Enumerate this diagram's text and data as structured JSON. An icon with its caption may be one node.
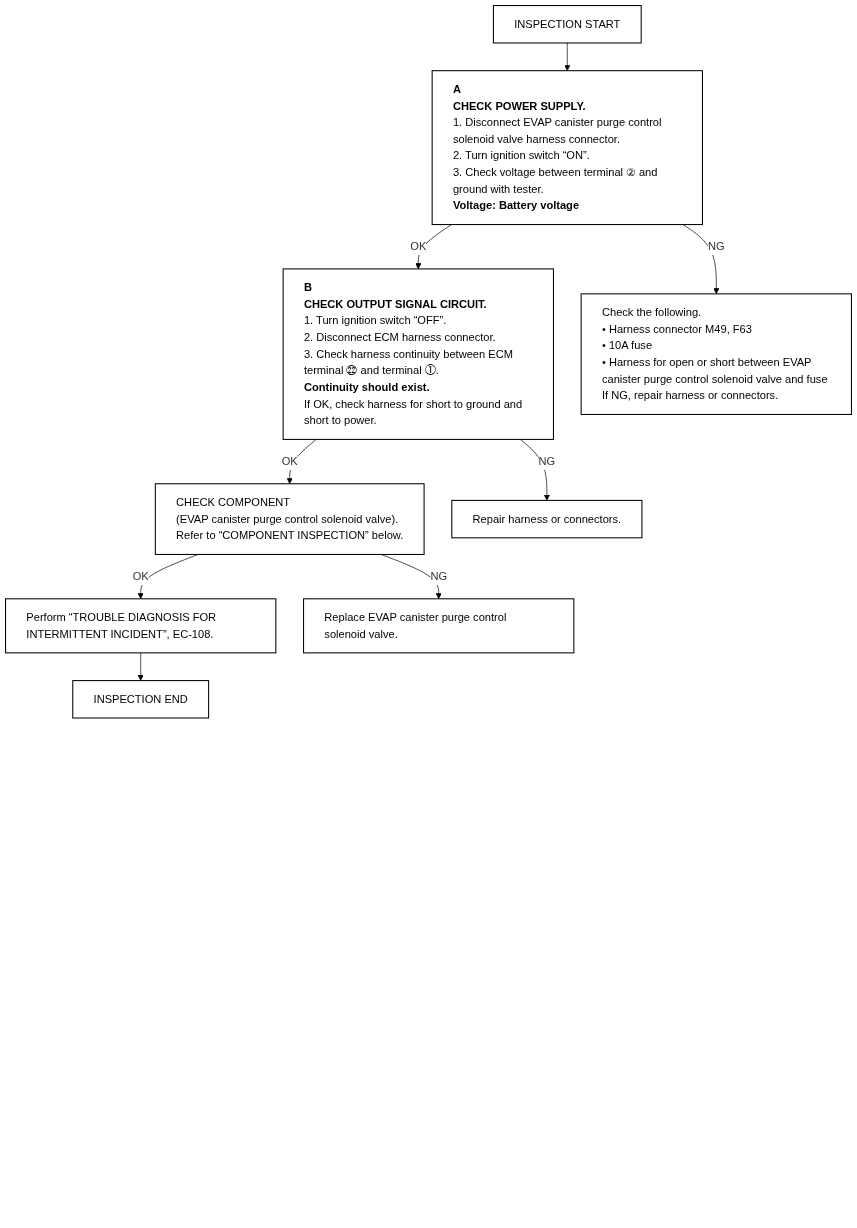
{
  "diagram": {
    "nodes": [
      {
        "text": [
          "INSPECTION START"
        ]
      },
      {
        "text": [
          "A",
          "CHECK POWER SUPPLY.",
          "1. Disconnect EVAP canister purge control solenoid valve harness connector.",
          "2. Turn ignition switch “ON”.",
          "3. Check voltage between terminal ② and ground with tester.",
          "Voltage: Battery voltage"
        ]
      },
      {
        "text": [
          "Check the following.",
          "• Harness connector M49, F63",
          "• 10A fuse",
          "• Harness for open or short between EVAP canister purge control solenoid valve and fuse",
          "If NG, repair harness or connectors."
        ]
      },
      {
        "text": [
          "B",
          "CHECK OUTPUT SIGNAL CIRCUIT.",
          "1. Turn ignition switch “OFF”.",
          "2. Disconnect ECM harness connector.",
          "3. Check harness continuity between ECM terminal ㉒ and terminal ①.",
          "Continuity should exist.",
          "If OK, check harness for short to ground and short to power."
        ]
      },
      {
        "text": [
          "Repair harness or connectors."
        ]
      },
      {
        "text": [
          "CHECK COMPONENT",
          "(EVAP canister purge control solenoid valve).",
          "Refer to “COMPONENT INSPECTION” below."
        ]
      },
      {
        "text": [
          "Replace EVAP canister purge control solenoid valve."
        ]
      },
      {
        "text": [
          "Perform “TROUBLE DIAGNOSIS FOR INTERMITTENT INCIDENT”, EC-108."
        ]
      },
      {
        "text": [
          "INSPECTION END"
        ]
      }
    ],
    "edges": [
      {
        "from": 0,
        "to": 1,
        "arrow": "to"
      },
      {
        "from": 1,
        "to": 2,
        "arrow": "to",
        "label": "NG"
      },
      {
        "from": 1,
        "to": 3,
        "arrow": "to",
        "label": "OK"
      },
      {
        "from": 3,
        "to": 4,
        "arrow": "to",
        "label": "NG"
      },
      {
        "from": 3,
        "to": 5,
        "arrow": "to",
        "label": "OK"
      },
      {
        "from": 5,
        "to": 6,
        "arrow": "to",
        "label": "NG"
      },
      {
        "from": 5,
        "to": 7,
        "arrow": "to",
        "label": "OK"
      },
      {
        "from": 7,
        "to": 8,
        "arrow": "to"
      }
    ]
  }
}
